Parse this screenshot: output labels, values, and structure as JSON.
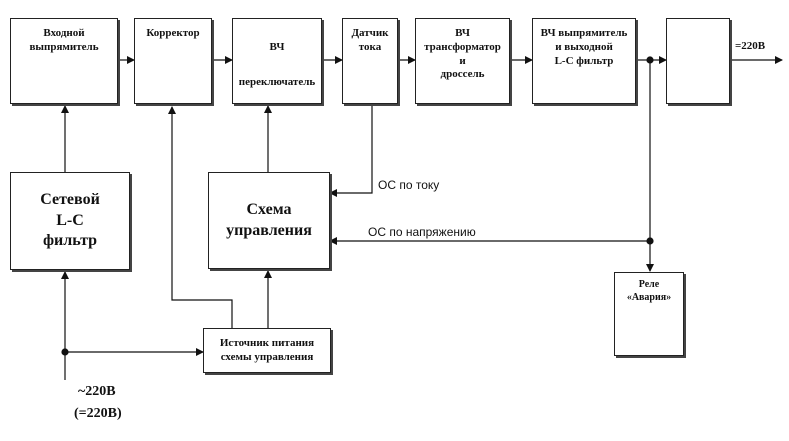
{
  "blocks": {
    "input_rectifier": "Входной\nвыпрямитель",
    "corrector": "Корректор",
    "hf_switch_line1": "ВЧ",
    "hf_switch_line2": "переключатель",
    "current_sensor": "Датчик\nтока",
    "hf_transformer": "ВЧ\nтрансформатор\nи\nдроссель",
    "hf_rectifier": "ВЧ выпрямитель\nи выходной\nL-C фильтр",
    "mains_filter": "Сетевой\nL-C\nфильтр",
    "control_circuit": "Схема\nуправления",
    "power_source": "Источник питания\nсхемы управления",
    "relay": "Реле\n«Авария»"
  },
  "labels": {
    "output_voltage": "=220В",
    "feedback_current": "ОС по току",
    "feedback_voltage": "ОС по напряжению",
    "input_voltage_ac": "~220В",
    "input_voltage_dc": "(=220В)"
  },
  "icons": {
    "diode": "diode-icon",
    "relay_contact": "relay-contact-icon"
  }
}
